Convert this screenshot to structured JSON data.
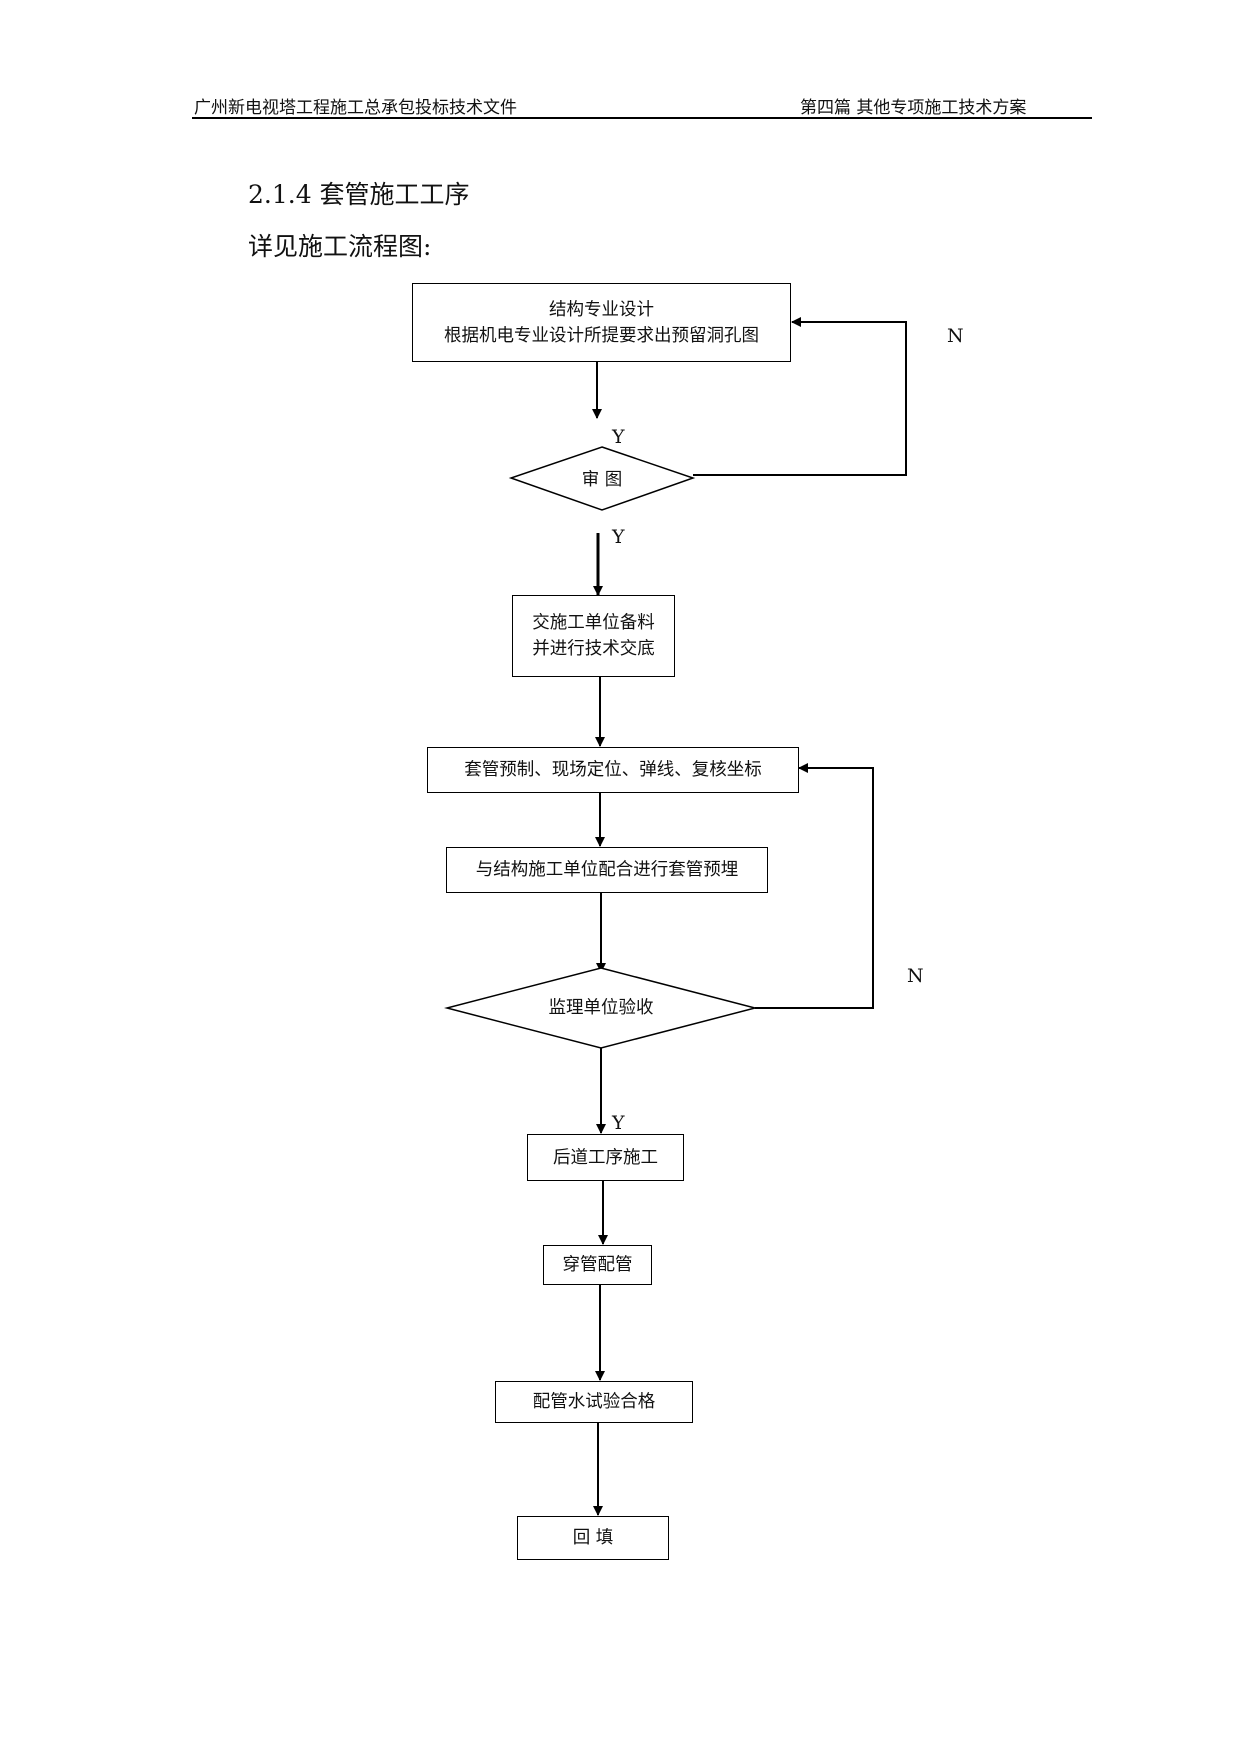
{
  "header": {
    "left": "广州新电视塔工程施工总承包投标技术文件",
    "right": "第四篇 其他专项施工技术方案"
  },
  "section": {
    "title": "2.1.4 套管施工工序",
    "subtitle": "详见施工流程图:"
  },
  "flowchart": {
    "design_line1": "结构专业设计",
    "design_line2": "根据机电专业设计所提要求出预留洞孔图",
    "review": "审 图",
    "handover_line1": "交施工单位备料",
    "handover_line2": "并进行技术交底",
    "prefab": "套管预制、现场定位、弹线、复核坐标",
    "embed": "与结构施工单位配合进行套管预埋",
    "inspection": "监理单位验收",
    "next_process": "后道工序施工",
    "piping": "穿管配管",
    "water_test": "配管水试验合格",
    "backfill": "回 填",
    "label_y": "Y",
    "label_n": "N"
  }
}
